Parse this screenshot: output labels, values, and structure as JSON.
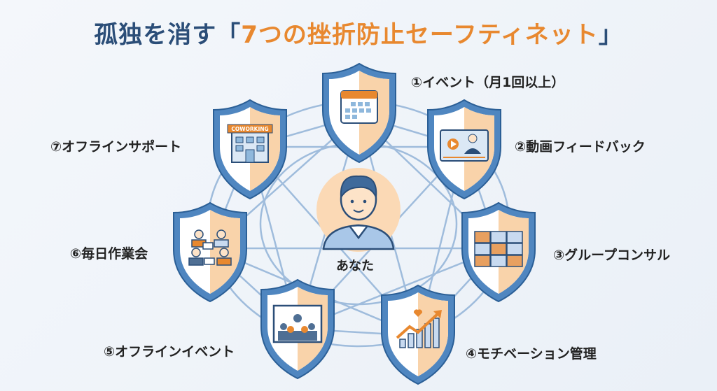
{
  "title": {
    "prefix": "孤独を消す",
    "open": "「",
    "main": "7つの挫折防止セーフティネット",
    "close": "」"
  },
  "center": {
    "label": "あなた",
    "icon": "person-icon"
  },
  "items": [
    {
      "label": "①イベント（月1回以上）",
      "icon": "calendar-icon"
    },
    {
      "label": "②動画フィードバック",
      "icon": "video-feedback-icon"
    },
    {
      "label": "③グループコンサル",
      "icon": "video-grid-icon"
    },
    {
      "label": "④モチベーション管理",
      "icon": "growth-chart-icon"
    },
    {
      "label": "⑤オフラインイベント",
      "icon": "crowd-icon"
    },
    {
      "label": "⑥毎日作業会",
      "icon": "team-laptops-icon"
    },
    {
      "label": "⑦オフラインサポート",
      "icon": "coworking-building-icon",
      "sign": "COWORKING"
    }
  ],
  "colors": {
    "navy": "#2b4e78",
    "orange": "#e8882f",
    "shield_blue": "#4f86c0",
    "shield_orange": "#f9d3aa"
  }
}
